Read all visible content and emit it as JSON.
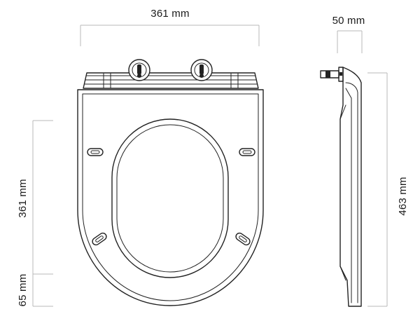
{
  "dimensions": {
    "top_width": "361 mm",
    "side_depth": "50 mm",
    "seat_length": "361 mm",
    "front_extension": "65 mm",
    "total_length": "463 mm"
  },
  "colors": {
    "outline": "#222222",
    "dimension_line": "#b9b9b9",
    "background": "#ffffff"
  }
}
